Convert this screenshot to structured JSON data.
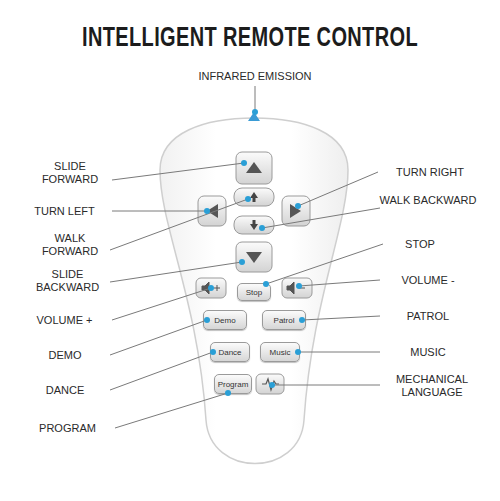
{
  "diagram": {
    "title": "INTELLIGENT REMOTE CONTROL",
    "nodes": [
      {
        "text": [
          "Stop"
        ]
      },
      {
        "text": [
          "Demo"
        ]
      },
      {
        "text": [
          "Patrol"
        ]
      },
      {
        "text": [
          "Dance"
        ]
      },
      {
        "text": [
          "Music"
        ]
      },
      {
        "text": [
          "Program"
        ]
      }
    ],
    "labels": [
      "INFRARED EMISSION",
      "SLIDE FORWARD",
      "TURN LEFT",
      "WALK FORWARD",
      "SLIDE BACKWARD",
      "VOLUME +",
      "DEMO",
      "DANCE",
      "PROGRAM",
      "TURN RIGHT",
      "WALK BACKWARD",
      "STOP",
      "VOLUME -",
      "PATROL",
      "MUSIC",
      "MECHANICAL LANGUAGE"
    ]
  }
}
